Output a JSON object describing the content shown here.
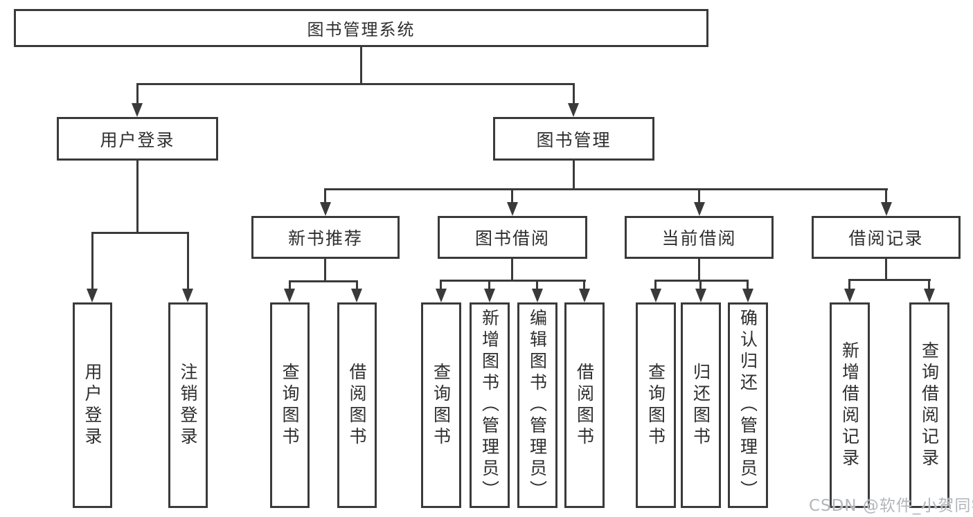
{
  "root": {
    "label": "图书管理系统"
  },
  "level1": {
    "login": {
      "label": "用户登录"
    },
    "management": {
      "label": "图书管理"
    }
  },
  "level2": {
    "new_books": {
      "label": "新书推荐"
    },
    "borrowing": {
      "label": "图书借阅"
    },
    "current": {
      "label": "当前借阅"
    },
    "records": {
      "label": "借阅记录"
    }
  },
  "leaves": {
    "login": [
      "用户登录",
      "注销登录"
    ],
    "new_books": [
      "查询图书",
      "借阅图书"
    ],
    "borrowing": [
      "查询图书",
      "新增图书（管理员）",
      "编辑图书（管理员）",
      "借阅图书"
    ],
    "current": [
      "查询图书",
      "归还图书",
      "确认归还（管理员）"
    ],
    "records": [
      "新增借阅记录",
      "查询借阅记录"
    ]
  },
  "watermark": {
    "text": "CSDN @软件_小贺同学"
  },
  "colors": {
    "line": "#3a3a3a",
    "text": "#2e2e2e",
    "background": "#ffffff",
    "watermark": "#b3b6ba"
  }
}
